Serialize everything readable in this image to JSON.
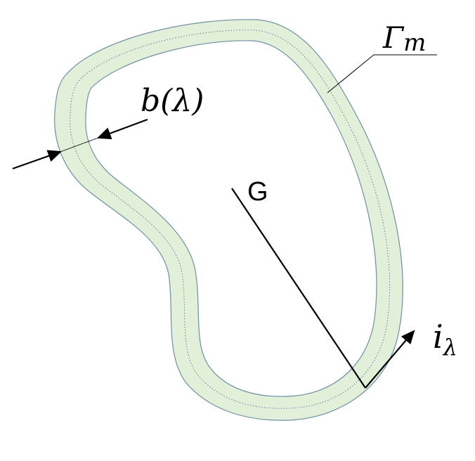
{
  "labels": {
    "thickness": "b(λ)",
    "midline_name": "Γ",
    "midline_sub": "m",
    "centroid": "G",
    "direction_name": "i",
    "direction_sub": "λ"
  },
  "colors": {
    "wall_fill": "#e2efd9",
    "wall_stroke": "#6f8fa6",
    "midline": "#4f6f9f",
    "lines": "#000000"
  }
}
